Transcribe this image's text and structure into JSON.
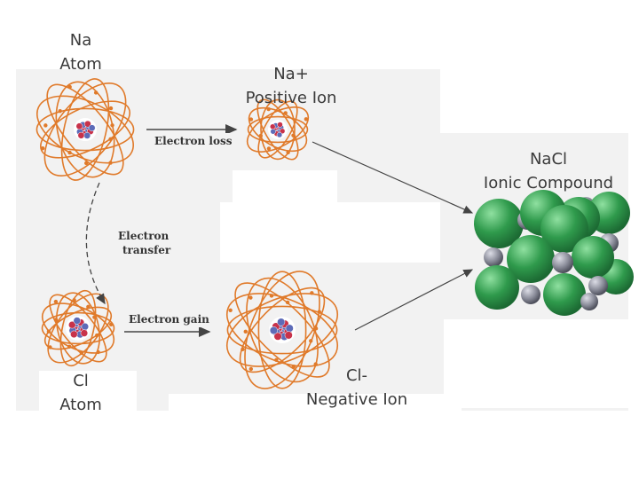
{
  "labels": {
    "na_atom": [
      "Na",
      "Atom"
    ],
    "na_ion": [
      "Na+",
      "Positive Ion"
    ],
    "compound": [
      "NaCl",
      "Ionic Compound"
    ],
    "cl_atom": [
      "Cl",
      "Atom"
    ],
    "cl_ion": [
      "Cl-",
      "Negative Ion"
    ]
  },
  "arrows": {
    "electron_loss": "Electron loss",
    "electron_transfer": [
      "Electron",
      "transfer"
    ],
    "electron_gain": "Electron gain"
  },
  "colors": {
    "orbit": "#e07a2a",
    "nucleus_red": "#c8324a",
    "nucleus_blue": "#5d6bb8",
    "chloride": "#2f9a4c",
    "sodium": "#8a8c99",
    "arrow": "#444444"
  }
}
